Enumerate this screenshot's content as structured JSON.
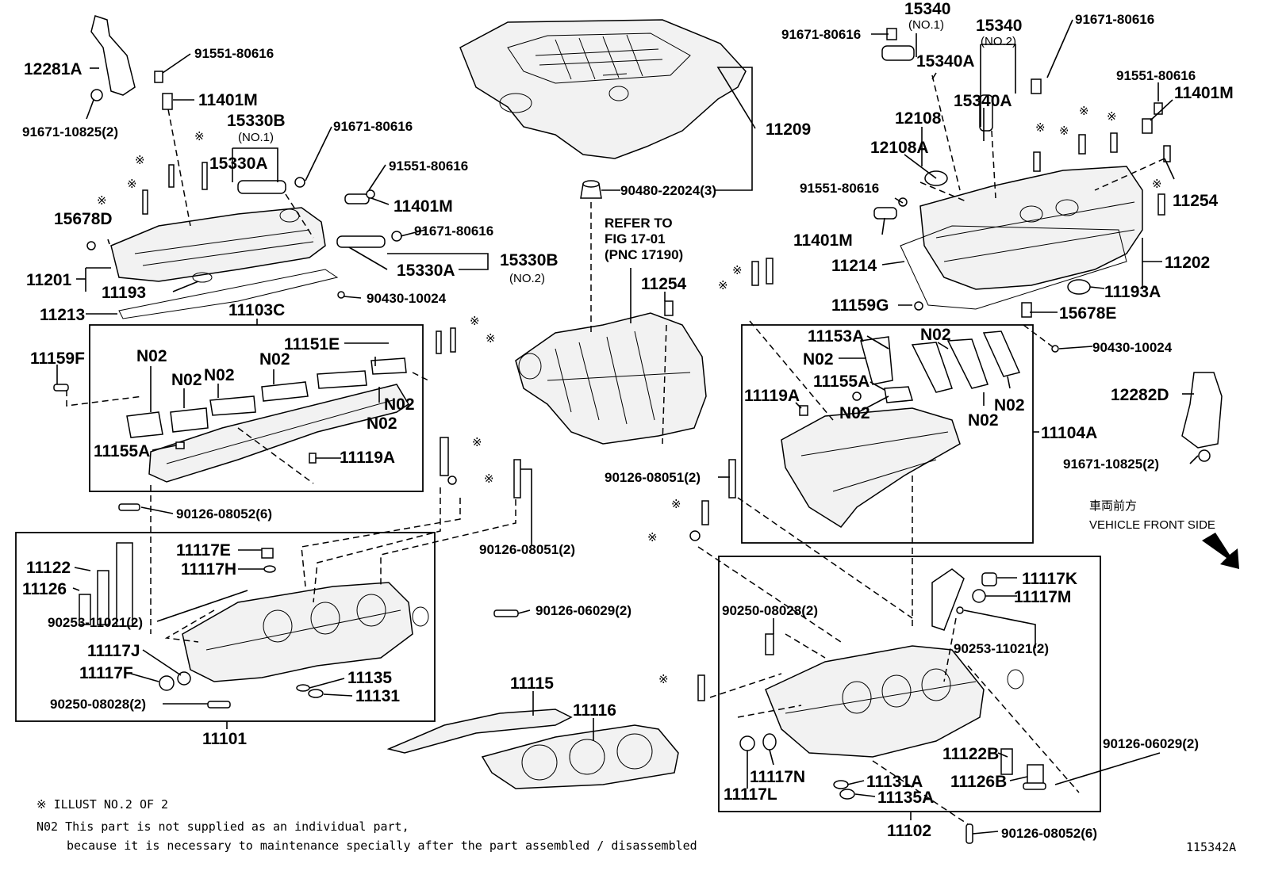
{
  "labels": {
    "p12281A": "12281A",
    "p91671_10825_l": "91671-10825(2)",
    "p91551_80616_a": "91551-80616",
    "p11401M_a": "11401M",
    "p15330B_top": "15330B",
    "no1_a": "(NO.1)",
    "p91671_80616_a": "91671-80616",
    "p15330A_a": "15330A",
    "p91551_80616_b": "91551-80616",
    "p11401M_b": "11401M",
    "p15678D": "15678D",
    "p91671_80616_b": "91671-80616",
    "p15330A_b": "15330A",
    "p15330B_b": "15330B",
    "no2_a": "(NO.2)",
    "p11201": "11201",
    "p11193": "11193",
    "p90430_a": "90430-10024",
    "p11213": "11213",
    "p11103C": "11103C",
    "p11159F": "11159F",
    "p11151E": "11151E",
    "n02_1": "N02",
    "n02_2": "N02",
    "n02_3": "N02",
    "n02_4": "N02",
    "n02_5": "N02",
    "n02_6": "N02",
    "p11155A_a": "11155A",
    "p11119A_a": "11119A",
    "p90126_08052_a": "90126-08052(6)",
    "p90126_08051_a": "90126-08051(2)",
    "p11122": "11122",
    "p11126": "11126",
    "p11117E": "11117E",
    "p11117H": "11117H",
    "p90253_a": "90253-11021(2)",
    "p90126_06029_a": "90126-06029(2)",
    "p11117J": "11117J",
    "p11117F": "11117F",
    "p11135": "11135",
    "p11131": "11131",
    "p90250_a": "90250-08028(2)",
    "p11101": "11101",
    "p11115": "11115",
    "p11116": "11116",
    "p11209": "11209",
    "p90480": "90480-22024(3)",
    "refer1": "REFER TO",
    "refer2": "FIG 17-01",
    "refer3": "(PNC 17190)",
    "p11254_a": "11254",
    "p15340_a": "15340",
    "no1_b": "(NO.1)",
    "p15340A_a": "15340A",
    "p15340_b": "15340",
    "no2_b": "(NO.2)",
    "p15340A_b": "15340A",
    "p91671_80616_c": "91671-80616",
    "p91671_80616_d": "91671-80616",
    "p91551_80616_c": "91551-80616",
    "p11401M_c": "11401M",
    "p12108": "12108",
    "p12108A": "12108A",
    "p91551_80616_d": "91551-80616",
    "p11401M_d": "11401M",
    "p11254_b": "11254",
    "p11214": "11214",
    "p11202": "11202",
    "p11193A": "11193A",
    "p11159G": "11159G",
    "p15678E": "15678E",
    "p11153A": "11153A",
    "n02_7": "N02",
    "n02_8": "N02",
    "n02_9": "N02",
    "n02_10": "N02",
    "n02_11": "N02",
    "p90430_b": "90430-10024",
    "p11155A_b": "11155A",
    "p11119A_b": "11119A",
    "p11104A": "11104A",
    "p12282D": "12282D",
    "p91671_10825_r": "91671-10825(2)",
    "p90126_08051_b": "90126-08051(2)",
    "front_jp": "車両前方",
    "front_en": "VEHICLE FRONT SIDE",
    "p11117K": "11117K",
    "p11117M": "11117M",
    "p90250_b": "90250-08028(2)",
    "p90253_b": "90253-11021(2)",
    "p90126_06029_b": "90126-06029(2)",
    "p11122B": "11122B",
    "p11126B": "11126B",
    "p11117N": "11117N",
    "p11117L": "11117L",
    "p11131A": "11131A",
    "p11135A": "11135A",
    "p11102": "11102",
    "p90126_08052_b": "90126-08052(6)"
  },
  "notes": {
    "illust": "※ ILLUST NO.2 OF 2",
    "n02_line1": "N02 This part is not supplied as an individual part,",
    "n02_line2": "because it is necessary to maintenance specially after the part assembled / disassembled",
    "fig_no": "115342A"
  },
  "symbol": "※"
}
